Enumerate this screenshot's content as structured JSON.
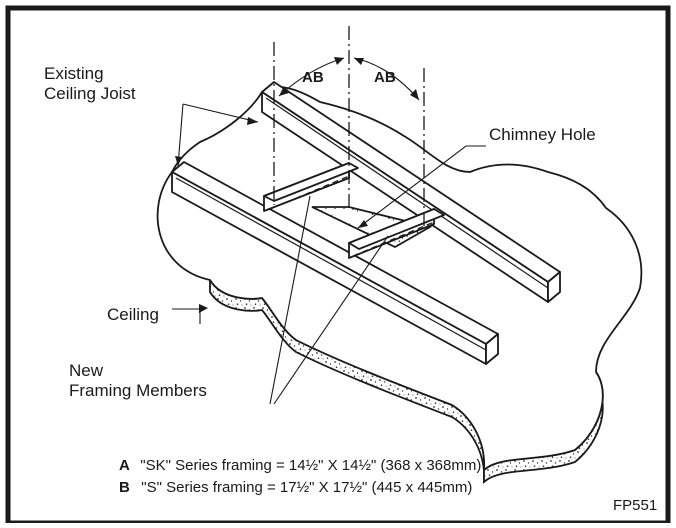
{
  "labels": {
    "joist_line1": "Existing",
    "joist_line2": "Ceiling Joist",
    "chimney_hole": "Chimney Hole",
    "ceiling": "Ceiling",
    "framing_line1": "New",
    "framing_line2": "Framing Members"
  },
  "dimensions": {
    "left": "AB",
    "right": "AB"
  },
  "notes": [
    {
      "key": "A",
      "text": "\"SK\" Series framing = 14½\" X 14½\" (368 x 368mm)"
    },
    {
      "key": "B",
      "text": "\"S\" Series framing = 17½\" X 17½\"  (445 x 445mm)"
    }
  ],
  "figure_code": "FP551"
}
